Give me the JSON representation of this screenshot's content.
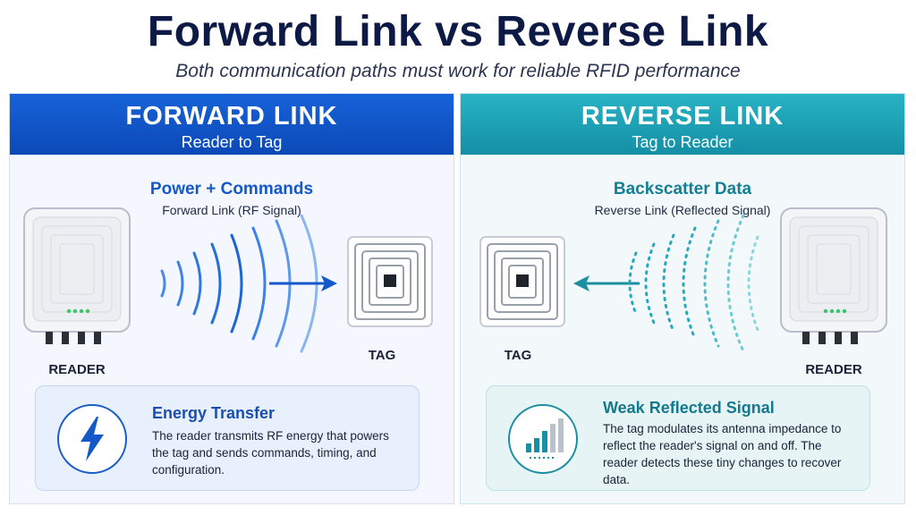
{
  "title": "Forward Link vs Reverse Link",
  "subtitle": "Both communication paths must work for reliable RFID performance",
  "forward": {
    "heading": "FORWARD LINK",
    "direction": "Reader to Tag",
    "flow_title": "Power + Commands",
    "flow_subtitle": "Forward Link (RF Signal)",
    "reader_label": "READER",
    "tag_label": "TAG",
    "card_title": "Energy Transfer",
    "card_text": "The reader transmits RF energy that powers the tag and sends commands, timing, and configuration.",
    "card_icon": "lightning-bolt-icon",
    "accent": "#1662d8"
  },
  "reverse": {
    "heading": "REVERSE LINK",
    "direction": "Tag to Reader",
    "flow_title": "Backscatter Data",
    "flow_subtitle": "Reverse Link (Reflected Signal)",
    "reader_label": "READER",
    "tag_label": "TAG",
    "card_title": "Weak Reflected Signal",
    "card_text": "The tag modulates its antenna impedance to reflect the reader's signal on and off. The reader detects these tiny changes to recover data.",
    "card_icon": "signal-bars-icon",
    "accent": "#28b3c4"
  }
}
